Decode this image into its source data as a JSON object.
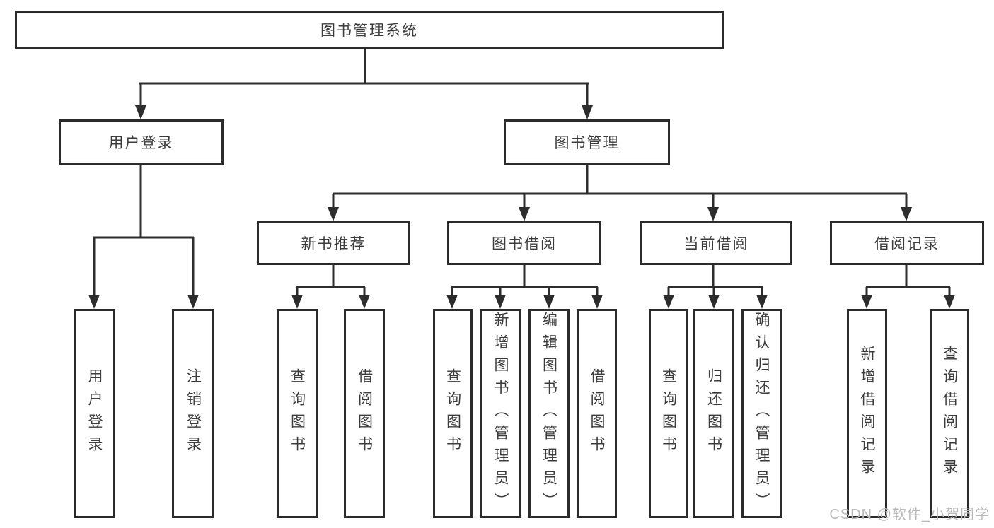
{
  "diagram": {
    "root": {
      "label": "图书管理系统"
    },
    "level2": [
      {
        "label": "用户登录"
      },
      {
        "label": "图书管理"
      }
    ],
    "level3": [
      {
        "label": "新书推荐"
      },
      {
        "label": "图书借阅"
      },
      {
        "label": "当前借阅"
      },
      {
        "label": "借阅记录"
      }
    ],
    "leaves": {
      "user_login": [
        "用户登录",
        "注销登录"
      ],
      "new_book": [
        "查询图书",
        "借阅图书"
      ],
      "book_borrow": [
        "查询图书",
        "新增图书（管理员）",
        "编辑图书（管理员）",
        "借阅图书"
      ],
      "current_borrow": [
        "查询图书",
        "归还图书",
        "确认归还（管理员）"
      ],
      "borrow_records": [
        "新增借阅记录",
        "查询借阅记录"
      ]
    }
  },
  "watermark": {
    "text": "CSDN @软件_小贺同学",
    "color": "#b9b9b9"
  },
  "colors": {
    "line": "#2d2d2d",
    "border": "#2b2b2b",
    "text": "#3c3c3c",
    "background": "#ffffff"
  }
}
